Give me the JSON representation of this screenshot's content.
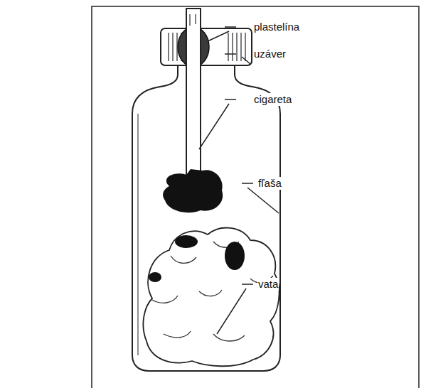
{
  "diagram": {
    "labels": [
      "plastelína",
      "uzáver",
      "cigareta",
      "fľaša",
      "vata"
    ]
  }
}
